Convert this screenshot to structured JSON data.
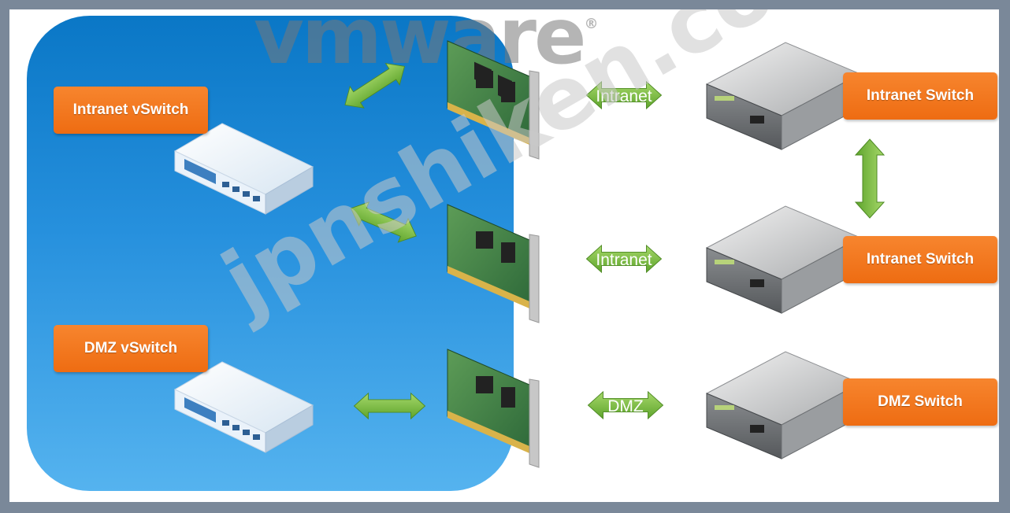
{
  "brand": {
    "logo_text": "vmware",
    "registered": "®"
  },
  "labels": {
    "intranet_vswitch": "Intranet vSwitch",
    "dmz_vswitch": "DMZ vSwitch",
    "physical_switch_1": "Intranet Switch",
    "physical_switch_2": "Intranet Switch",
    "physical_switch_3": "DMZ Switch"
  },
  "links": {
    "uplink_1": "Intranet",
    "uplink_2": "Intranet",
    "uplink_3": "DMZ"
  },
  "watermark": "jpnshiken.com",
  "colors": {
    "host_panel": "#1a84d4",
    "label_orange": "#f07a20",
    "arrow_green": "#7cc04a"
  }
}
